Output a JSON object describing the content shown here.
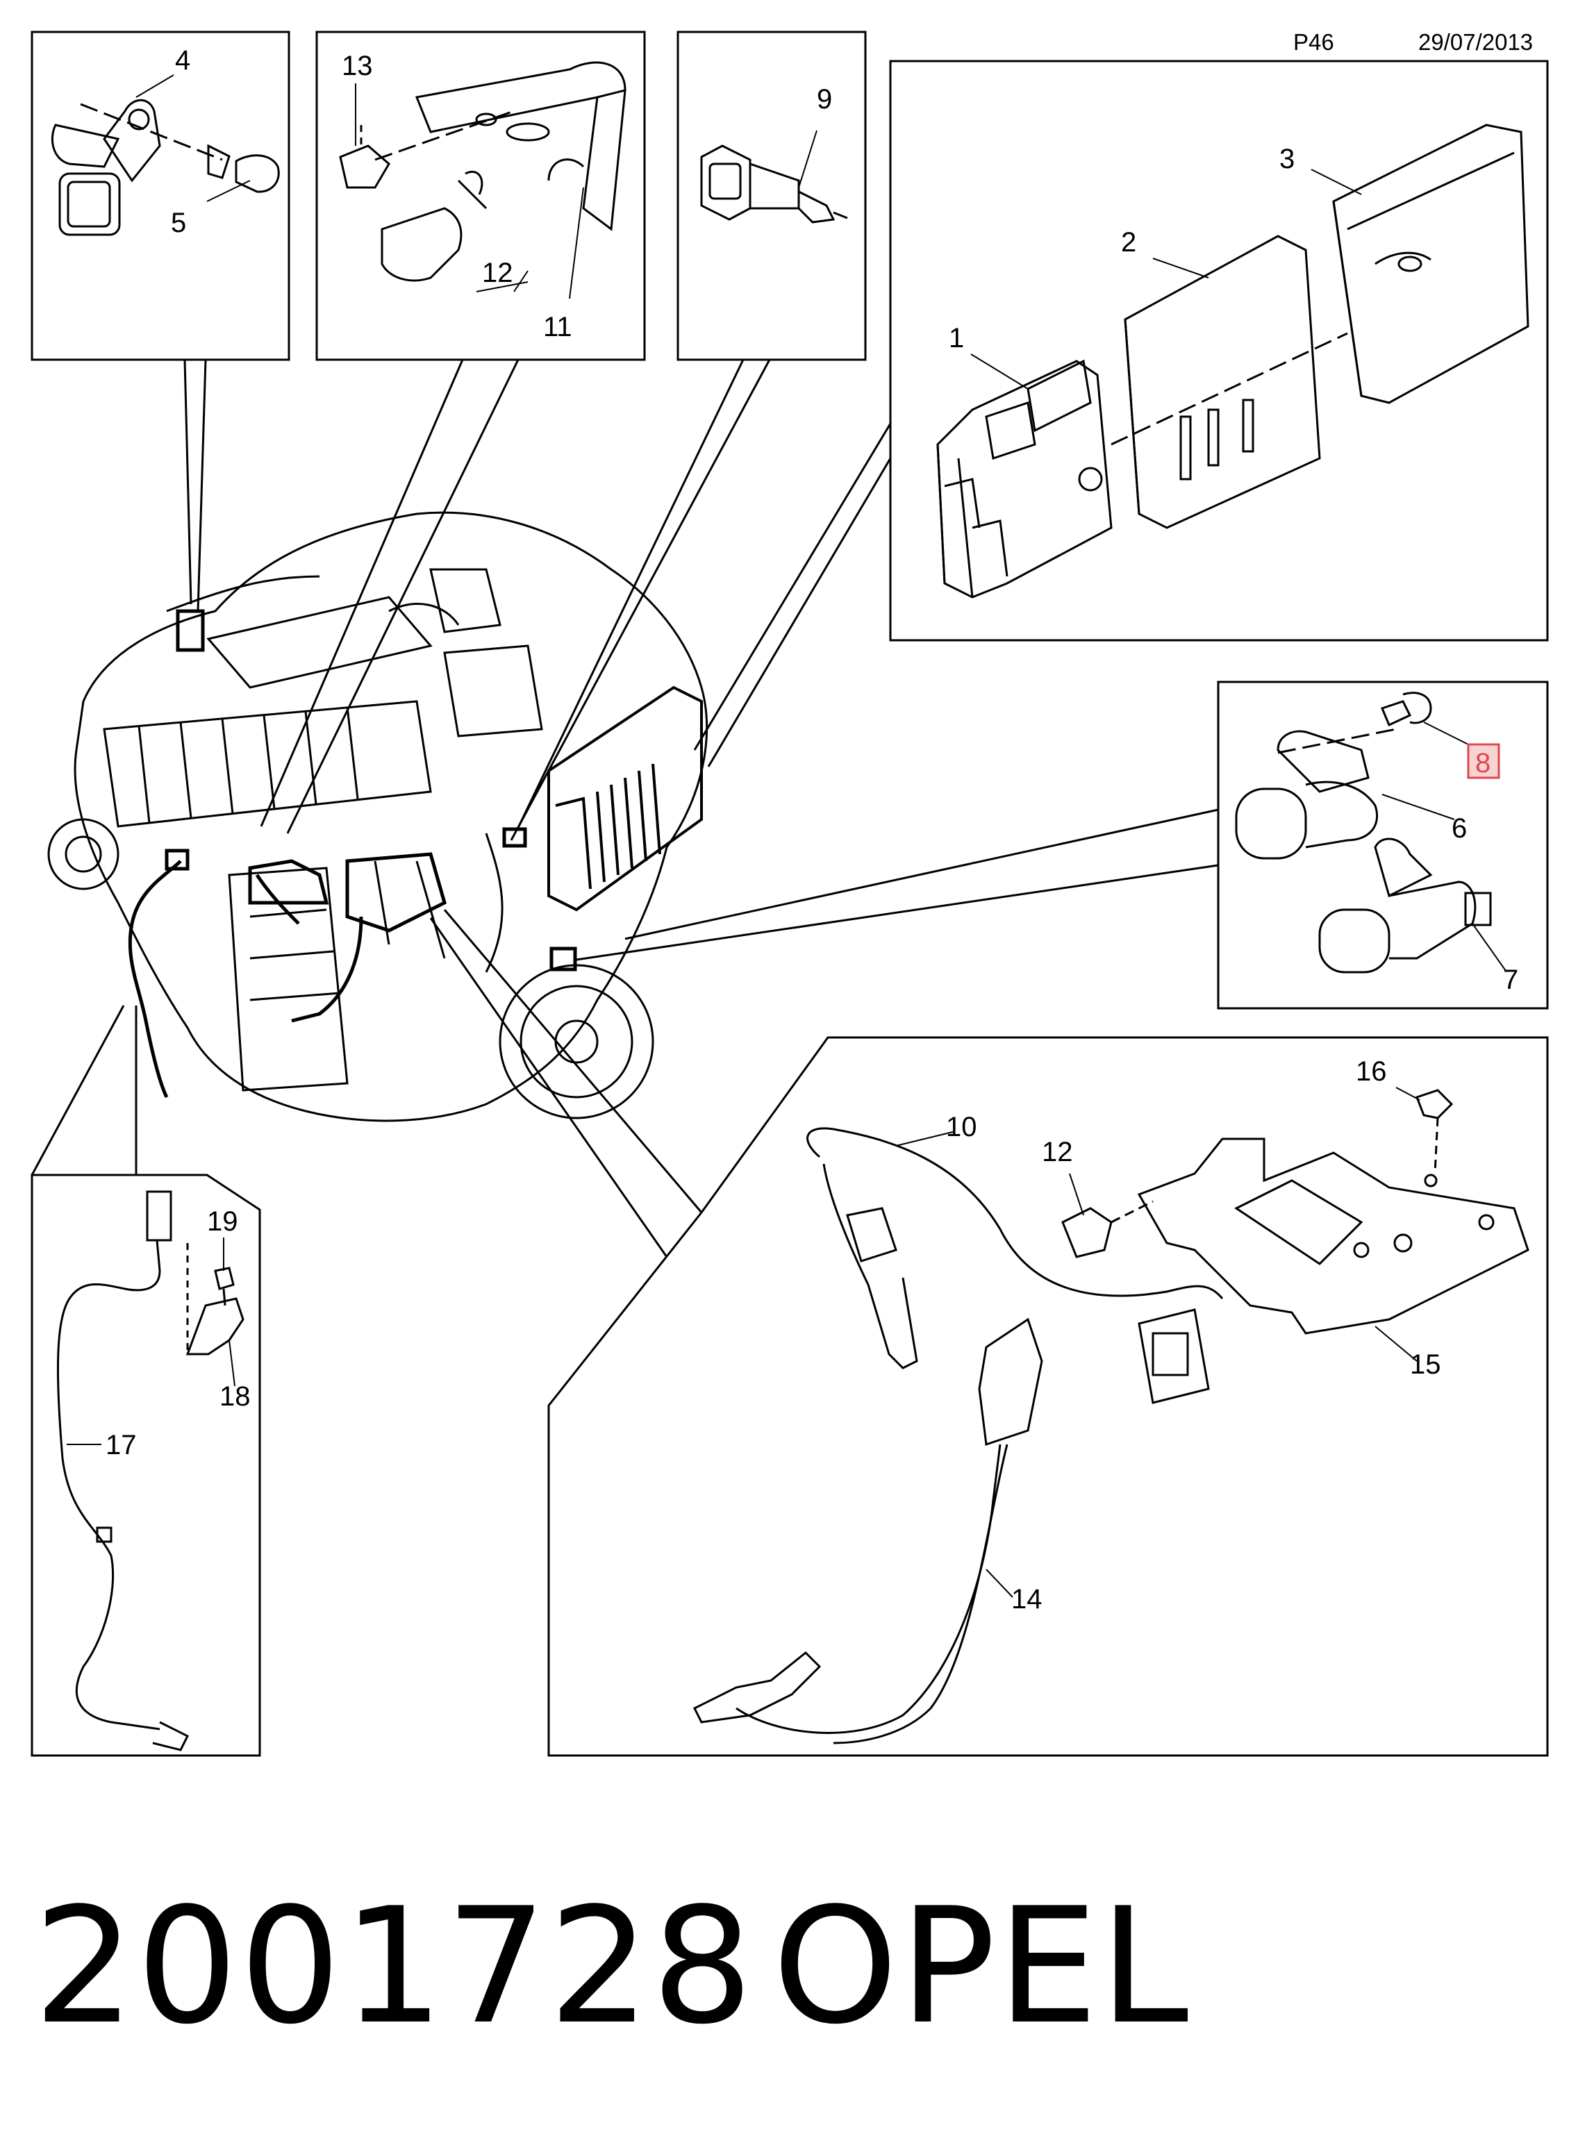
{
  "header": {
    "page": "P46",
    "date": "29/07/2013"
  },
  "footer": {
    "part_number": "2001728",
    "brand": "OPEL"
  },
  "callouts": {
    "c1": "1",
    "c2": "2",
    "c3": "3",
    "c4": "4",
    "c5": "5",
    "c6": "6",
    "c7": "7",
    "c8": "8",
    "c9": "9",
    "c10": "10",
    "c11": "11",
    "c12a": "12",
    "c12b": "12",
    "c13": "13",
    "c14": "14",
    "c15": "15",
    "c16": "16",
    "c17": "17",
    "c18": "18",
    "c19": "19"
  },
  "colors": {
    "highlight": "#e0474c",
    "highlight_fill": "#f7d3d4",
    "line": "#000000"
  }
}
